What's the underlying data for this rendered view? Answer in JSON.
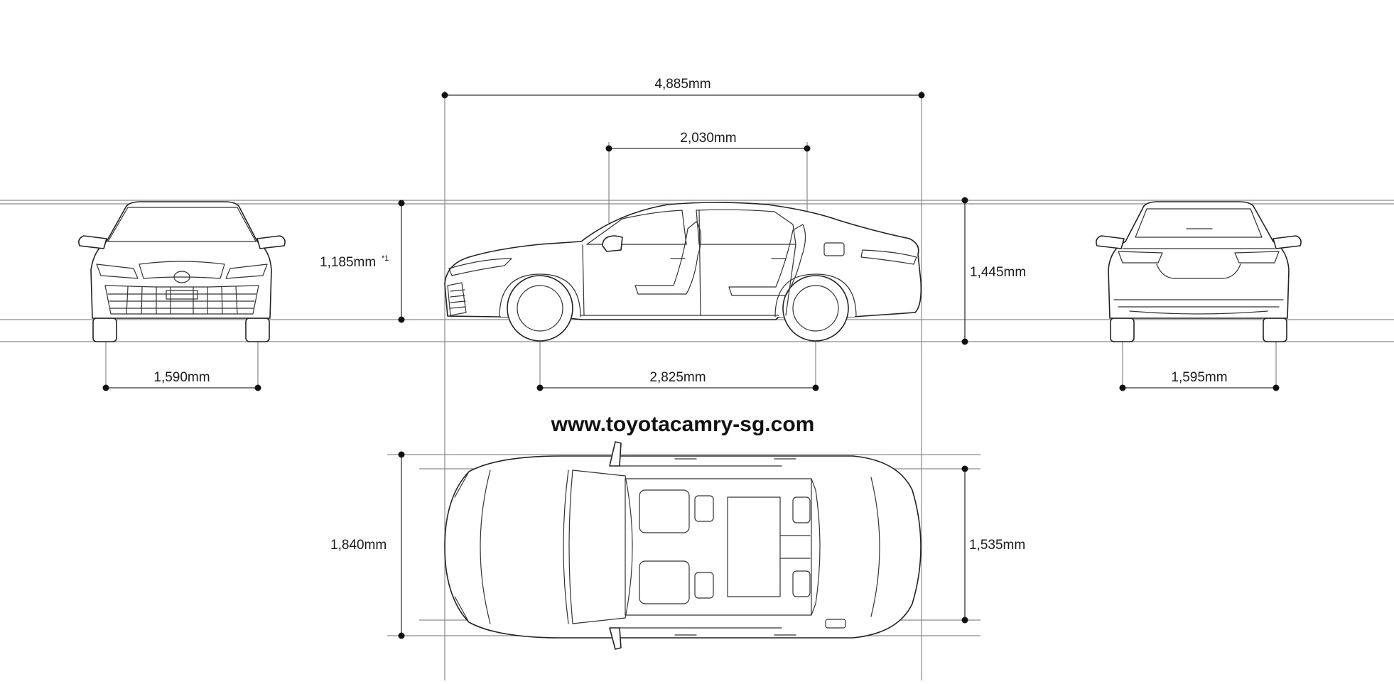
{
  "website": "www.toyotacamry-sg.com",
  "dimensions": {
    "overall_length": "4,885mm",
    "interior_length": "2,030mm",
    "overall_height_note_value": "1,185mm",
    "overall_height_note_mark": "*1",
    "overall_height": "1,445mm",
    "front_tread": "1,590mm",
    "wheelbase": "2,825mm",
    "rear_tread": "1,595mm",
    "overall_width": "1,840mm",
    "interior_width": "1,535mm"
  },
  "views": [
    "front-view",
    "side-view",
    "rear-view",
    "top-view"
  ]
}
